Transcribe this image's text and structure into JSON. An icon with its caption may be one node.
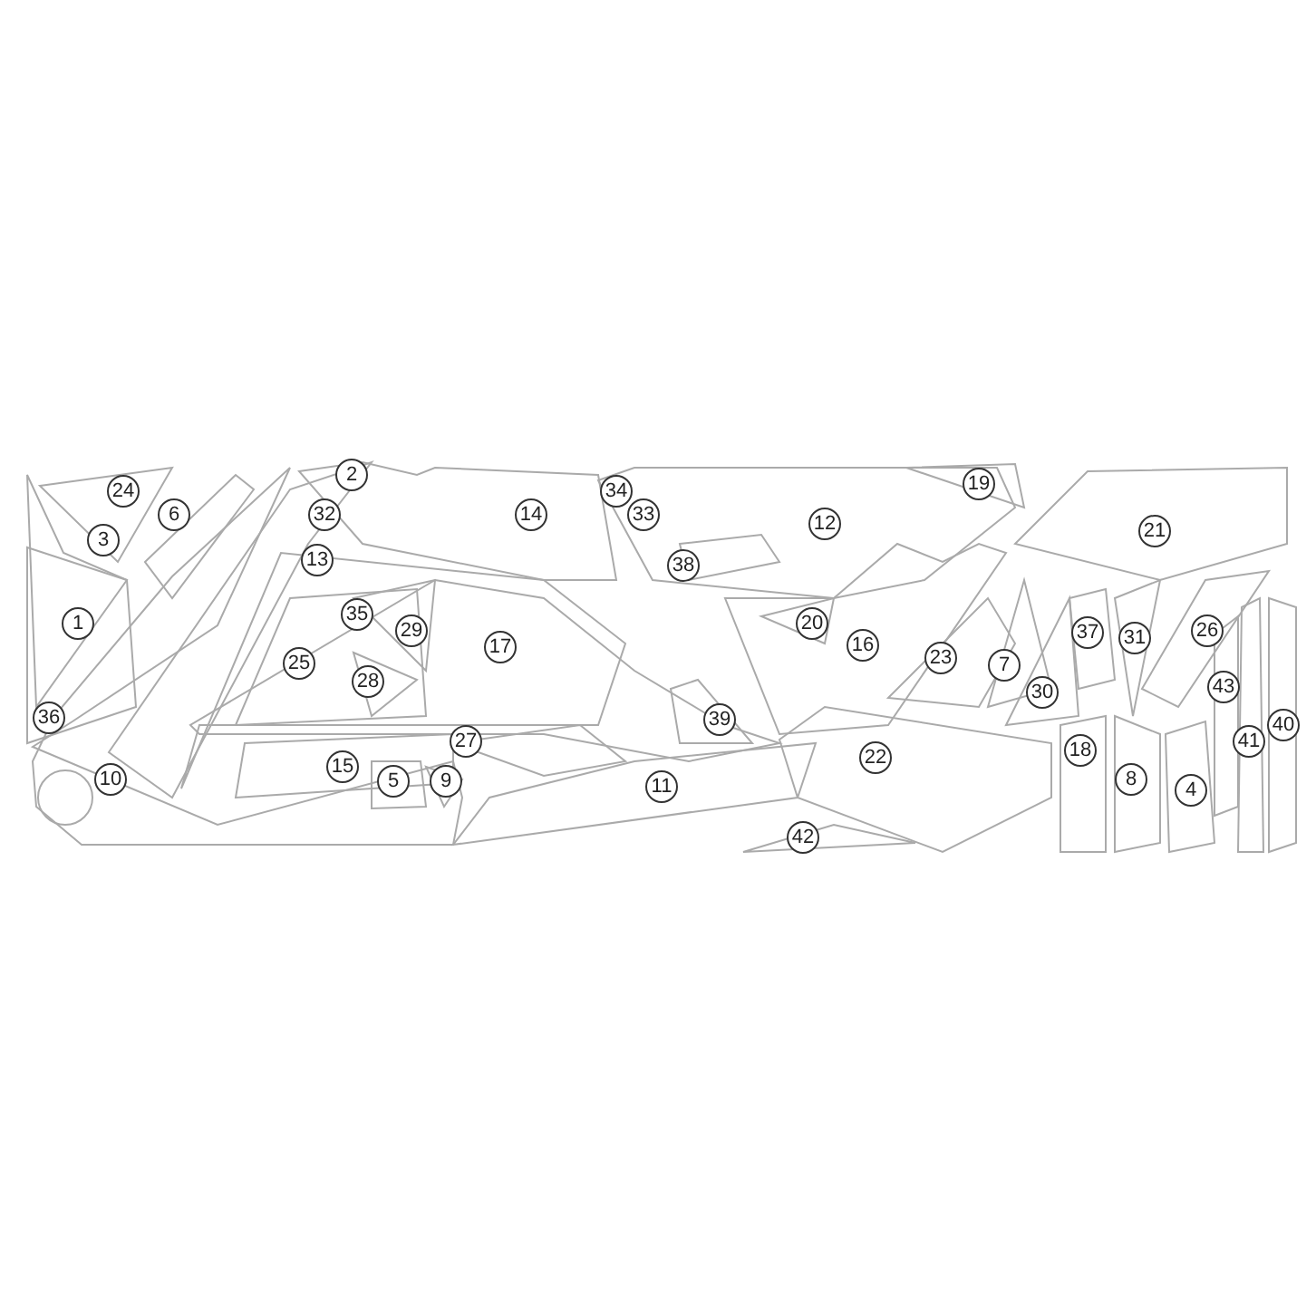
{
  "diagram": {
    "labels": [
      "2",
      "19",
      "24",
      "34",
      "6",
      "14",
      "33",
      "32",
      "12",
      "21",
      "3",
      "13",
      "38",
      "1",
      "35",
      "20",
      "26",
      "29",
      "37",
      "31",
      "17",
      "16",
      "23",
      "25",
      "7",
      "28",
      "43",
      "30",
      "36",
      "39",
      "40",
      "41",
      "27",
      "18",
      "22",
      "15",
      "10",
      "8",
      "5",
      "9",
      "11",
      "4",
      "42"
    ]
  }
}
